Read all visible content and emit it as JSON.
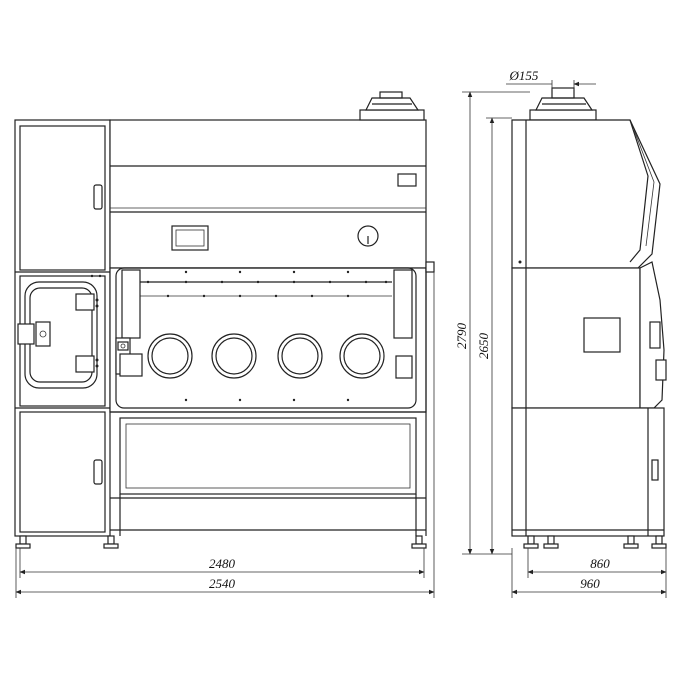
{
  "drawing": {
    "dimensions": {
      "front_inner_width": "2480",
      "front_outer_width": "2540",
      "total_height": "2790",
      "body_height": "2650",
      "side_inner_depth": "860",
      "side_outer_depth": "960",
      "duct_diameter": "Ø155"
    }
  }
}
